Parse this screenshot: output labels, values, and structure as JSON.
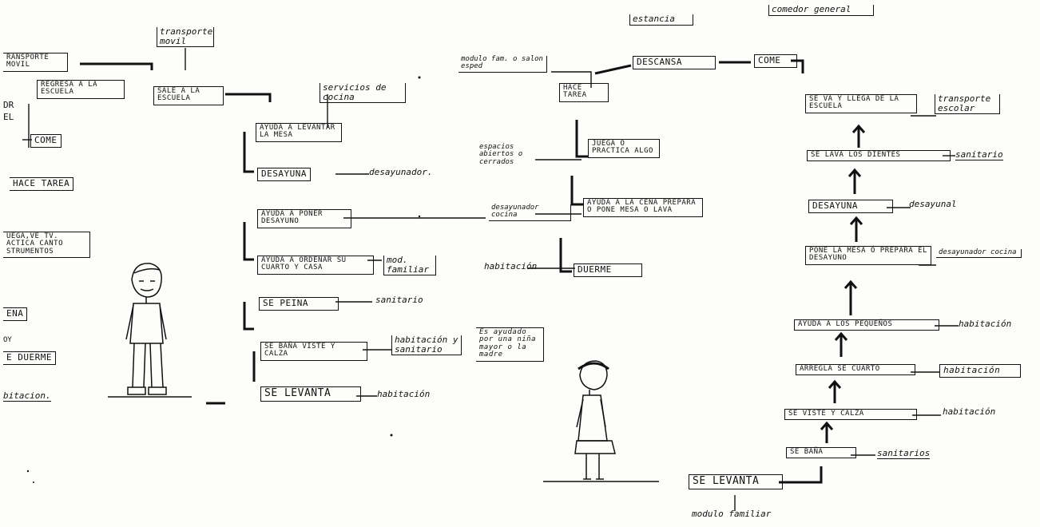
{
  "left_partial": {
    "transporte_movil_a": "ransporte movil",
    "dr": "DR",
    "el": "EL",
    "come": "COME",
    "hace_tarea": "HACE TAREA",
    "juega": "UEGA,VE TV. ACTICA CANTO STRUMENTOS",
    "cena": "ENA",
    "oy": "OY",
    "duerme": "E DUERME",
    "habitacion": "bitacion."
  },
  "boy": {
    "transporte_movil": "transporte movil",
    "regresa": "REGRESA A LA ESCUELA",
    "sale": "SALE A LA ESCUELA",
    "servicios_cocina": "servicios de cocina",
    "ayuda_levantar": "AYUDA A LEVANTAR LA MESA",
    "desayuna": "DESAYUNA",
    "desayunador": "desayunador.",
    "ayuda_poner": "AYUDA A PONER DESAYUNO",
    "ayuda_ordenar": "AYUDA A ORDENAR SU CUARTO Y CASA",
    "mod_familiar": "mod. familiar",
    "se_peina": "SE PEINA",
    "sanitario": "sanitario",
    "se_bana": "SE BAÑA VISTE Y CALZA",
    "habitacion_sanitario": "habitación y sanitario",
    "nota": "Es ayudado por una niña mayor o la madre",
    "se_levanta": "SE LEVANTA",
    "habitacion": "habitación"
  },
  "middle": {
    "estancia": "estancia",
    "descansa": "DESCANSA",
    "modulo_fam": "modulo fam. o salon esped",
    "hace_tarea": "HACE TAREA",
    "espacios": "espacios abiertos o cerrados",
    "juega": "JUEGA O PRACTICA ALGO",
    "desayunador_cocina": "desayunador cocina",
    "ayuda_cena": "AYUDA A LA CENA PREPARA O PONE MESA O LAVA",
    "habitacion": "habitación",
    "duerme": "DUERME"
  },
  "girl": {
    "comedor_general": "comedor general",
    "come": "COME",
    "se_va": "SE VA Y LLEGA DE LA ESCUELA",
    "transporte_escolar": "transporte escolar",
    "se_lava": "SE LAVA LOS DIENTES",
    "sanitario": "sanitario",
    "desayuna": "DESAYUNA",
    "desayunal": "desayunal",
    "pone_mesa": "PONE LA MESA Ó PREPARA EL DESAYUNO",
    "desayunador_cocina": "desayunador cocina",
    "ayuda_pequenos": "AYUDA A LOS PEQUEÑOS",
    "habitacion_1": "habitación",
    "arregla": "ARREGLA SE CUARTO",
    "habitacion_2": "habitación",
    "se_viste": "SE VISTE Y CALZA",
    "habitacion_3": "habitación",
    "se_bana": "SE BAÑA",
    "sanitarios": "sanitarios",
    "se_levanta": "SE LEVANTA",
    "modulo_familiar": "modulo familiar"
  }
}
